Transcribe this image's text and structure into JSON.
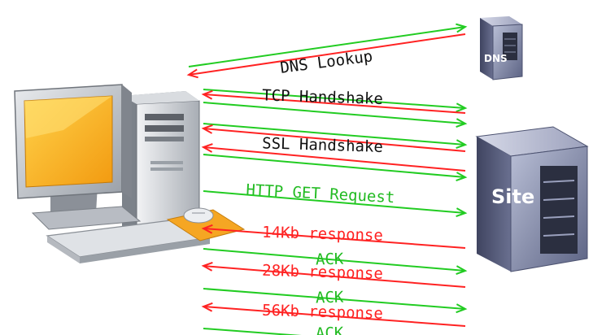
{
  "servers": {
    "dns_label": "DNS",
    "site_label": "Site"
  },
  "labels": {
    "dns_lookup": "DNS Lookup",
    "tcp_handshake": "TCP Handshake",
    "ssl_handshake": "SSL Handshake",
    "http_get": "HTTP GET Request",
    "resp_14": "14Kb response",
    "ack_1": "ACK",
    "resp_28": "28Kb response",
    "ack_2": "ACK",
    "resp_56": "56Kb response",
    "ack_3": "ACK"
  },
  "colors": {
    "request": "#22cc22",
    "response": "#ff2222",
    "text": "#111111"
  }
}
